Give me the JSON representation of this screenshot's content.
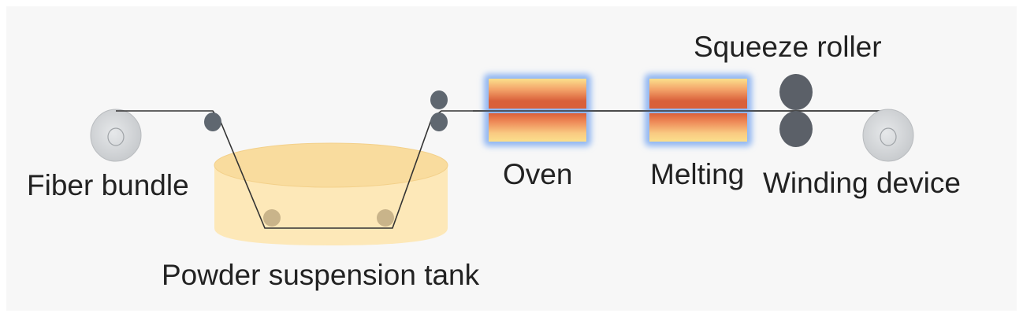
{
  "labels": {
    "fiber_bundle": "Fiber bundle",
    "powder_suspension_tank": "Powder suspension tank",
    "oven": "Oven",
    "melting": "Melting",
    "squeeze_roller": "Squeeze roller",
    "winding_device": "Winding device"
  },
  "colors": {
    "background": "#f7f7f7",
    "tank_fill": "#fde8b8",
    "tank_top": "#f9dc9e",
    "guide_roller": "#5f6770",
    "submerged_roller": "#c9b48a",
    "spool": "#d7d9db",
    "fiber_line": "#333333",
    "heater_core_red": "#d9603a",
    "heater_edge_yellow": "#fbe08c",
    "heater_glow": "#8fb6f2",
    "squeeze_roller": "#5b6068"
  }
}
